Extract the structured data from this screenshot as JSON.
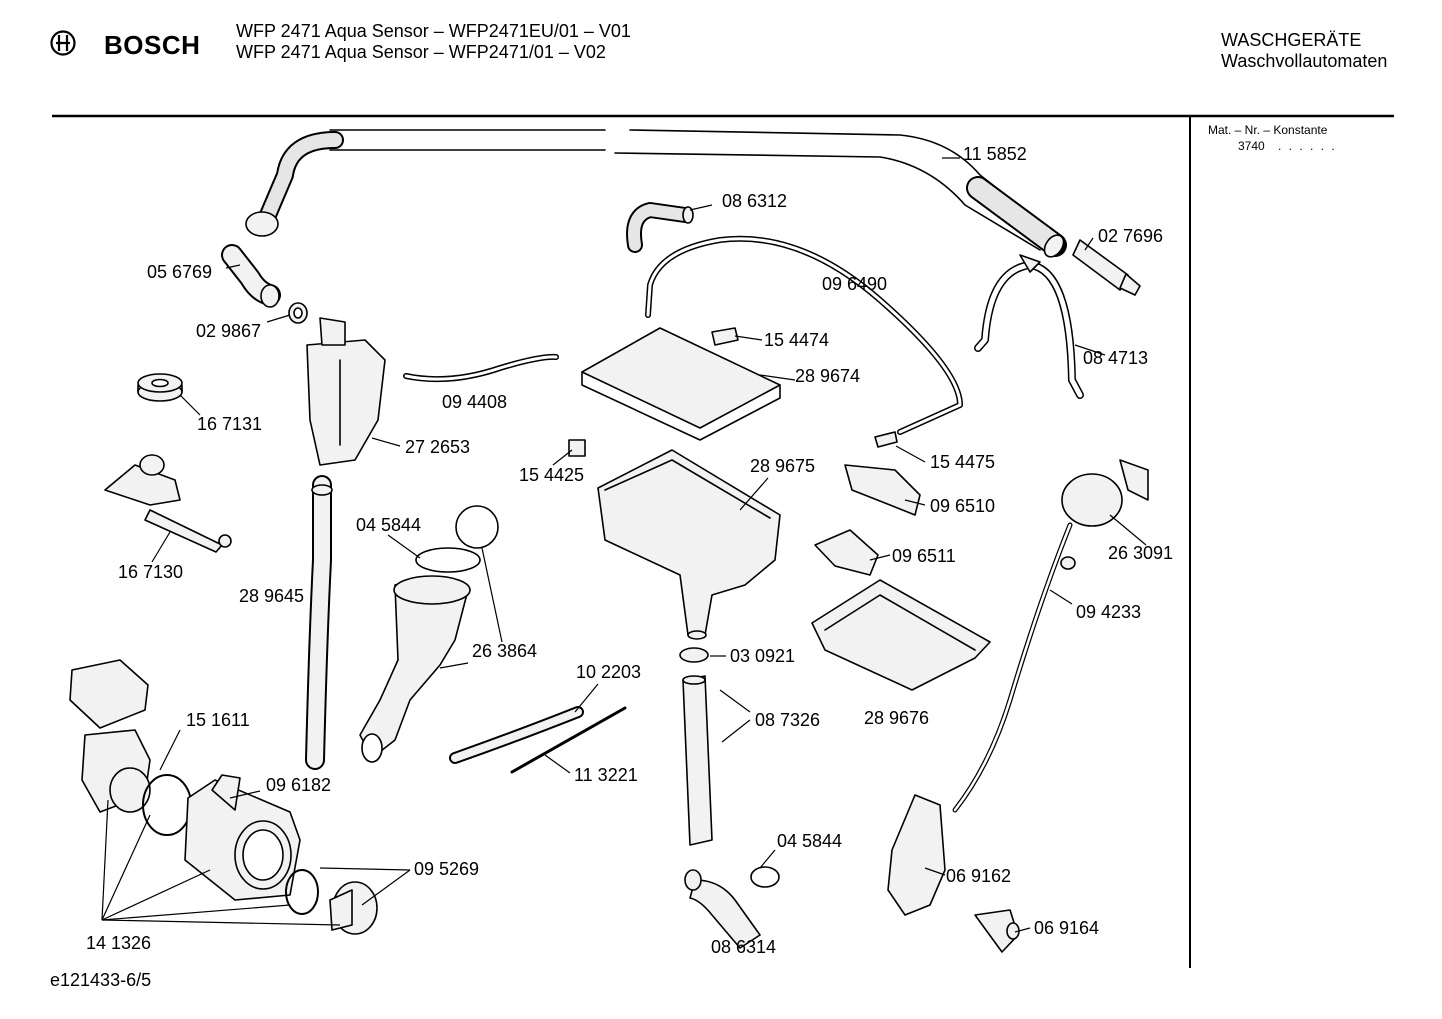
{
  "header": {
    "brand": "BOSCH",
    "title_lines": [
      "WFP 2471 Aqua Sensor – WFP2471EU/01 – V01",
      "WFP 2471 Aqua Sensor – WFP2471/01 – V02"
    ],
    "category_lines": [
      "WASCHGERÄTE",
      "Waschvollautomaten"
    ]
  },
  "side_panel": {
    "label": "Mat. – Nr. – Konstante",
    "value": "3740",
    "dots": ". . . . . ."
  },
  "footer": {
    "drawing_id": "e121433-6/5"
  },
  "parts": [
    "11 5852",
    "02 7696",
    "08 6312",
    "09 6490",
    "05 6769",
    "02 9867",
    "15 4474",
    "28 9674",
    "08 4713",
    "09 4408",
    "16 7131",
    "27 2653",
    "15 4425",
    "28 9675",
    "15 4475",
    "09 6510",
    "26 3091",
    "16 7130",
    "04 5844",
    "09 6511",
    "28 9645",
    "09 4233",
    "26 3864",
    "03 0921",
    "10 2203",
    "08 7326",
    "28 9676",
    "15 1611",
    "11 3221",
    "09 6182",
    "04 5844",
    "09 5269",
    "06 9162",
    "14 1326",
    "06 9164",
    "08 6314"
  ],
  "colors": {
    "line": "#000000",
    "background": "#ffffff",
    "part_fill": "#f2f2f2"
  },
  "icons": {
    "logo": "bosch-armature-icon"
  }
}
